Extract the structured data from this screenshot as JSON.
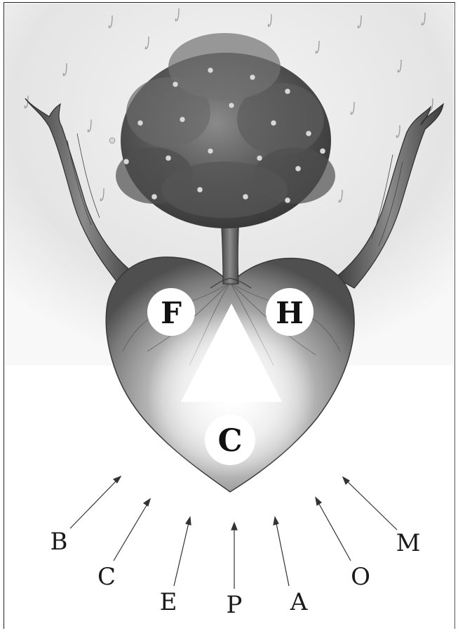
{
  "heart_labels": {
    "left": "F",
    "right": "H",
    "bottom": "C"
  },
  "arrow_labels": [
    "B",
    "C",
    "E",
    "P",
    "A",
    "O",
    "M"
  ]
}
